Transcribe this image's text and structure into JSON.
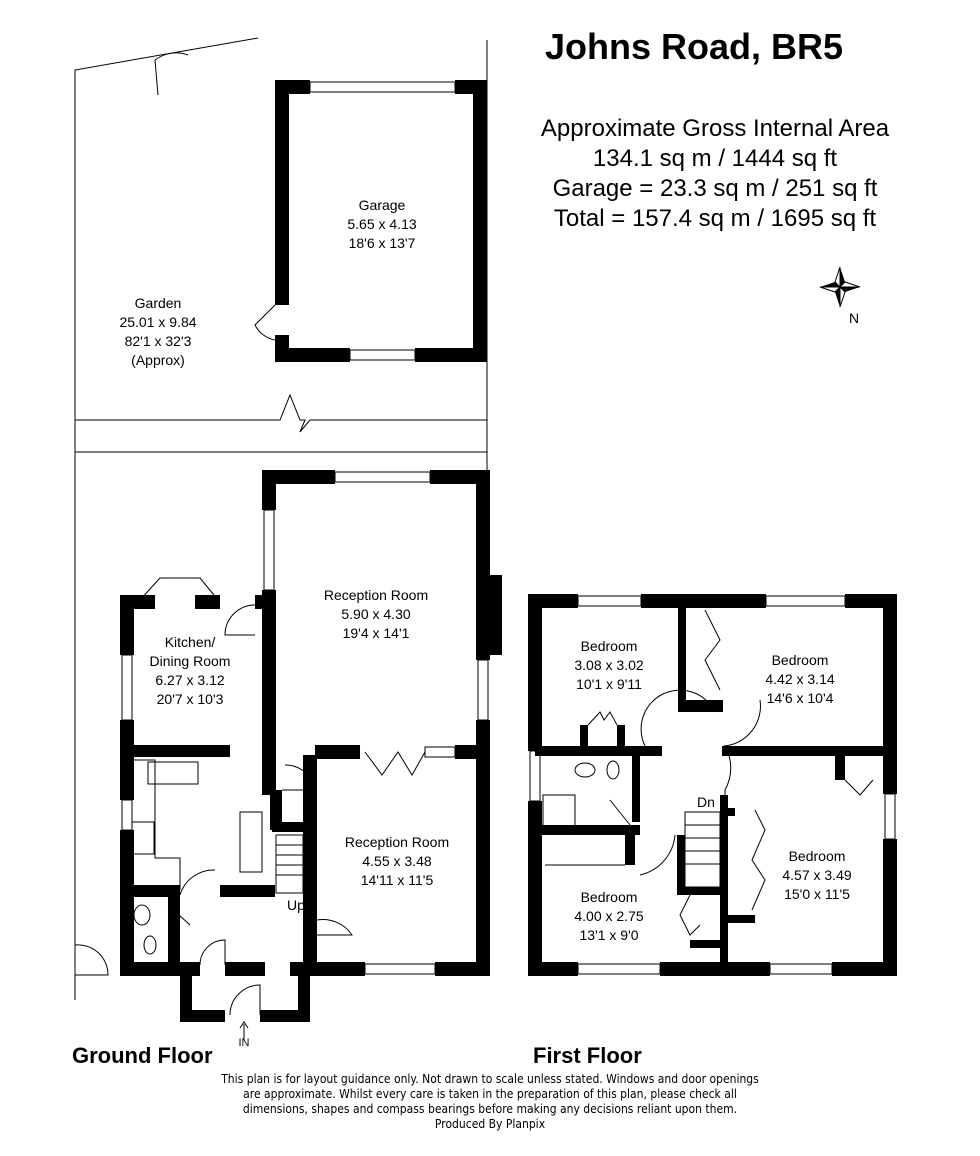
{
  "title": "Johns Road, BR5",
  "area": {
    "heading": "Approximate Gross Internal Area",
    "main": "134.1 sq m / 1444 sq ft",
    "garage": "Garage = 23.3 sq m / 251 sq ft",
    "total": "Total = 157.4 sq m / 1695 sq ft"
  },
  "compass": {
    "label": "N"
  },
  "ground_floor": {
    "label": "Ground Floor",
    "entrance": "IN",
    "stairs": "Up",
    "rooms": [
      {
        "name": "Garage",
        "metric": "5.65 x 4.13",
        "imperial": "18'6 x 13'7"
      },
      {
        "name": "Garden",
        "metric": "25.01 x 9.84",
        "imperial": "82'1 x 32'3",
        "note": "(Approx)"
      },
      {
        "name": "Reception Room",
        "metric": "5.90 x 4.30",
        "imperial": "19'4 x 14'1"
      },
      {
        "name": "Kitchen/",
        "name2": "Dining Room",
        "metric": "6.27 x 3.12",
        "imperial": "20'7 x 10'3"
      },
      {
        "name": "Reception Room",
        "metric": "4.55 x 3.48",
        "imperial": "14'11 x 11'5"
      }
    ]
  },
  "first_floor": {
    "label": "First Floor",
    "stairs": "Dn",
    "rooms": [
      {
        "name": "Bedroom",
        "metric": "3.08 x 3.02",
        "imperial": "10'1 x 9'11"
      },
      {
        "name": "Bedroom",
        "metric": "4.42 x 3.14",
        "imperial": "14'6 x 10'4"
      },
      {
        "name": "Bedroom",
        "metric": "4.57 x 3.49",
        "imperial": "15'0 x 11'5"
      },
      {
        "name": "Bedroom",
        "metric": "4.00 x 2.75",
        "imperial": "13'1 x 9'0"
      }
    ]
  },
  "disclaimer": [
    "This plan is for layout guidance only. Not drawn to scale unless stated. Windows and door openings",
    "are approximate. Whilst every care is taken in the preparation of this plan, please check all",
    "dimensions, shapes and compass bearings before making any decisions reliant upon them.",
    "Produced By Planpix"
  ]
}
